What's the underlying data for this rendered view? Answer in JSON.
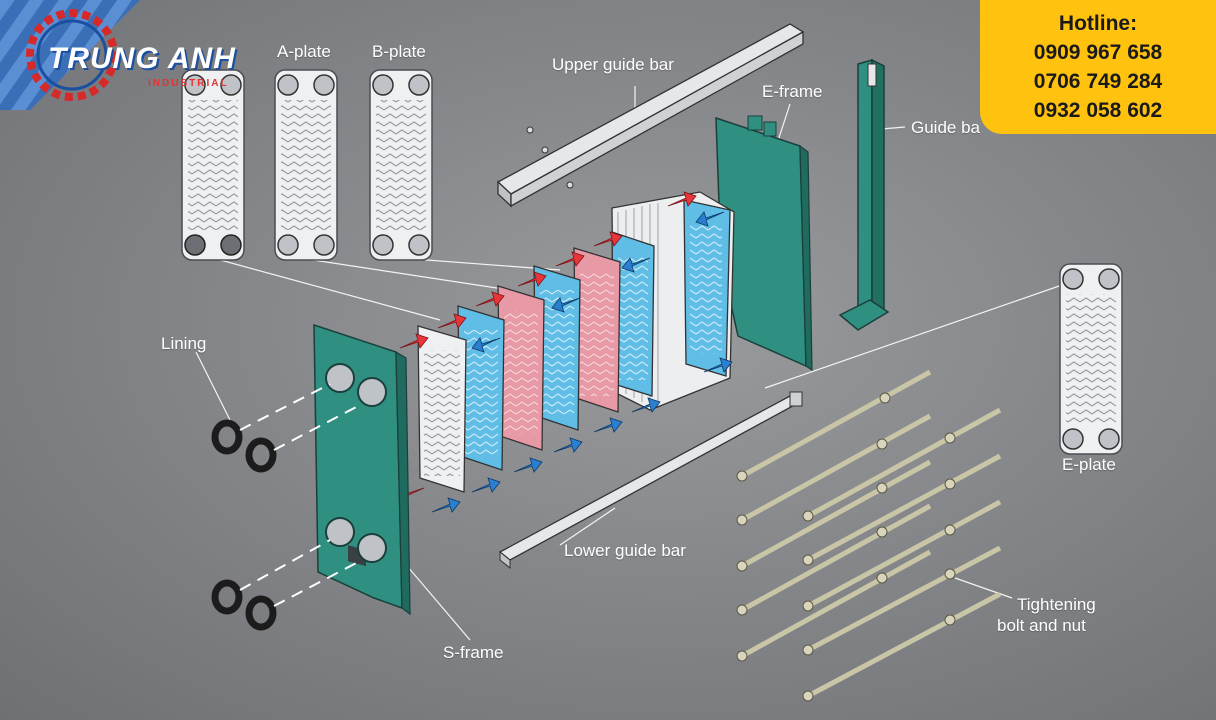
{
  "logo": {
    "name": "TRUNG ANH",
    "sub": "INDUSTRIAL"
  },
  "hotline": {
    "title": "Hotline:",
    "numbers": [
      "0909 967 658",
      "0706 749 284",
      "0932 058 602"
    ]
  },
  "labels": {
    "a_plate": "A-plate",
    "b_plate": "B-plate",
    "upper_guide_bar": "Upper guide bar",
    "e_frame": "E-frame",
    "guide_bar_support": "Guide bar support",
    "lining": "Lining",
    "e_plate": "E-plate",
    "lower_guide_bar": "Lower guide bar",
    "tightening": "Tightening",
    "bolt_and_nut": "bolt and nut",
    "s_frame": "S-frame"
  },
  "colors": {
    "frame": "#2f8f80",
    "hot": "#e8353a",
    "cold": "#2a7fd0",
    "hot_plate": "#e79aa6",
    "cold_plate": "#5fbde6",
    "hotline_bg": "#ffc20e"
  }
}
